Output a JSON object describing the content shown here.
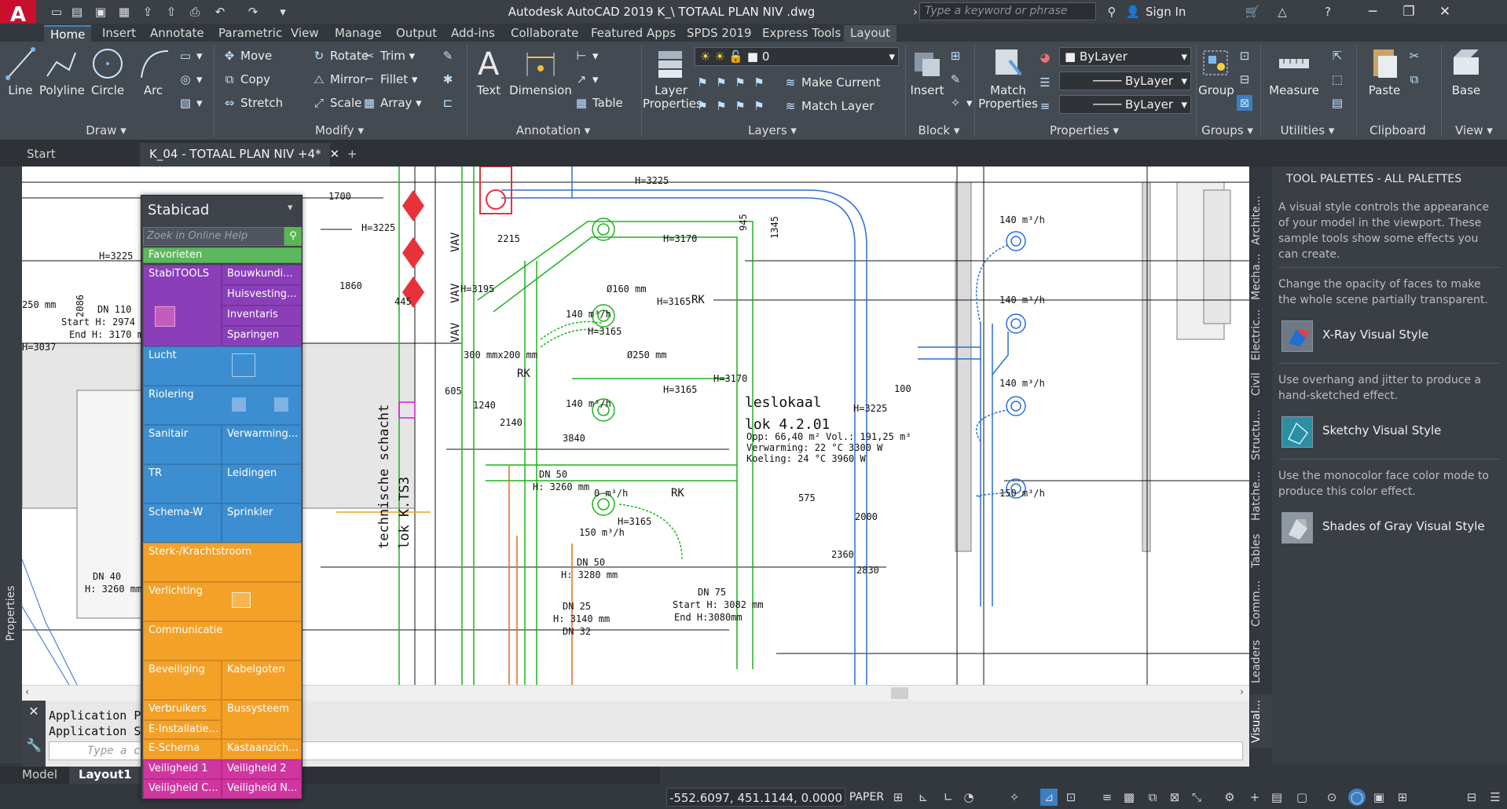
{
  "app": {
    "logo": "A",
    "title": "Autodesk AutoCAD 2019   K_\\      TOTAAL PLAN NIV      .dwg",
    "search_placeholder": "Type a keyword or phrase",
    "sign_in": "Sign In"
  },
  "ribbon_tabs": [
    "Home",
    "Insert",
    "Annotate",
    "Parametric",
    "View",
    "Manage",
    "Output",
    "Add-ins",
    "Collaborate",
    "Featured Apps",
    "SPDS 2019",
    "Express Tools",
    "Layout"
  ],
  "ribbon": {
    "draw": {
      "title": "Draw",
      "line": "Line",
      "polyline": "Polyline",
      "circle": "Circle",
      "arc": "Arc"
    },
    "modify": {
      "title": "Modify",
      "move": "Move",
      "rotate": "Rotate",
      "trim": "Trim",
      "copy": "Copy",
      "mirror": "Mirror",
      "fillet": "Fillet",
      "stretch": "Stretch",
      "scale": "Scale",
      "array": "Array"
    },
    "annotation": {
      "title": "Annotation",
      "text": "Text",
      "dimension": "Dimension",
      "table": "Table"
    },
    "layers": {
      "title": "Layers",
      "layer_properties": "Layer Properties",
      "layer_combo": "0",
      "make_current": "Make Current",
      "match_layer": "Match Layer"
    },
    "block": {
      "title": "Block",
      "insert": "Insert"
    },
    "properties": {
      "title": "Properties",
      "match_properties": "Match Properties",
      "color": "ByLayer",
      "linetype": "ByLayer",
      "lineweight": "ByLayer"
    },
    "groups": {
      "title": "Groups",
      "group": "Group"
    },
    "utilities": {
      "title": "Utilities",
      "measure": "Measure"
    },
    "clipboard": {
      "title": "Clipboard",
      "paste": "Paste"
    },
    "view": {
      "title": "View",
      "base": "Base"
    }
  },
  "doc_tabs": {
    "start": "Start",
    "active": "K_04 - TOTAAL PLAN NIV +4*",
    "add": "+"
  },
  "left_strip": {
    "properties": "Properties"
  },
  "drawing": {
    "labels": [
      {
        "t": "H=3225"
      },
      {
        "t": "1700"
      },
      {
        "t": "H=3225"
      },
      {
        "t": "2215"
      },
      {
        "t": "H=3170"
      },
      {
        "t": "945"
      },
      {
        "t": "1345"
      },
      {
        "t": "H=3225"
      },
      {
        "t": "2086"
      },
      {
        "t": "DN 110"
      },
      {
        "t": "Start H: 2974 mm"
      },
      {
        "t": "End H: 3170 mm"
      },
      {
        "t": "250 mm"
      },
      {
        "t": "H=3037"
      },
      {
        "t": "1860"
      },
      {
        "t": "445"
      },
      {
        "t": "H=3195"
      },
      {
        "t": "Ø160 mm"
      },
      {
        "t": "RK"
      },
      {
        "t": "H=3165"
      },
      {
        "t": "140 m³/h"
      },
      {
        "t": "H=3165"
      },
      {
        "t": "Ø250 mm"
      },
      {
        "t": "300 mmx200 mm"
      },
      {
        "t": "RK"
      },
      {
        "t": "140 m³/h"
      },
      {
        "t": "H=3165"
      },
      {
        "t": "H=3170"
      },
      {
        "t": "605"
      },
      {
        "t": "1240"
      },
      {
        "t": "2140"
      },
      {
        "t": "3840"
      },
      {
        "t": "leslokaal"
      },
      {
        "t": "lok 4.2.01"
      },
      {
        "t": "Opp: 66,40 m²   Vol.: 191,25 m³"
      },
      {
        "t": "Verwarming: 22 °C  3300 W"
      },
      {
        "t": "Koeling: 24 °C  3960 W"
      },
      {
        "t": "DN 50"
      },
      {
        "t": "H: 3260 mm"
      },
      {
        "t": "0 m³/h"
      },
      {
        "t": "RK"
      },
      {
        "t": "H=3165"
      },
      {
        "t": "150 m³/h"
      },
      {
        "t": "DN 50"
      },
      {
        "t": "H: 3280 mm"
      },
      {
        "t": "DN 75"
      },
      {
        "t": "Start H: 3082 mm"
      },
      {
        "t": "End H:3080mm"
      },
      {
        "t": "DN 25"
      },
      {
        "t": "H: 3140 mm"
      },
      {
        "t": "DN 32"
      },
      {
        "t": "DN 40"
      },
      {
        "t": "H: 3260 mm"
      },
      {
        "t": "140 m³/h"
      },
      {
        "t": "140 m³/h"
      },
      {
        "t": "140 m³/h"
      },
      {
        "t": "150 m³/h"
      },
      {
        "t": "H=3225"
      },
      {
        "t": "575"
      },
      {
        "t": "2000"
      },
      {
        "t": "2360"
      },
      {
        "t": "2830"
      },
      {
        "t": "100"
      },
      {
        "t": "VAV"
      },
      {
        "t": "VAV"
      },
      {
        "t": "VAV"
      },
      {
        "t": "technische schacht"
      },
      {
        "t": "lok K.TS3"
      }
    ]
  },
  "command_line": {
    "line1": "Application P",
    "line2": "Application S",
    "placeholder": "Type a c"
  },
  "layout_tabs": {
    "model": "Model",
    "layout1": "Layout1"
  },
  "statusbar": {
    "coords": "-552.6097, 451.1144, 0.0000",
    "paper": "PAPER"
  },
  "tool_palettes": {
    "title": "TOOL PALETTES - ALL PALETTES",
    "vtabs": [
      "Archite...",
      "Mecha...",
      "Electric...",
      "Civil",
      "Structu...",
      "Hatche...",
      "Tables",
      "Comm...",
      "Leaders",
      "Visual..."
    ],
    "desc1": "A visual style controls the appearance of your model in the viewport. These sample tools show some effects you can create.",
    "desc2": "Change the opacity of faces to make the whole scene partially transparent.",
    "item1": "X-Ray Visual Style",
    "desc3": "Use overhang and jitter to produce a hand-sketched effect.",
    "item2": "Sketchy Visual Style",
    "desc4": "Use the monocolor face color mode to produce this color effect.",
    "item3": "Shades of Gray Visual Style"
  },
  "stabicad": {
    "title": "Stabicad",
    "search_placeholder": "Zoek in Online Help",
    "favorieten": "Favorieten",
    "stabitools": "StabiTOOLS",
    "bouwkundig": "Bouwkundi...",
    "huisvesting": "Huisvesting...",
    "inventaris": "Inventaris",
    "sparingen": "Sparingen",
    "lucht": "Lucht",
    "riolering": "Riolering",
    "sanitair": "Sanitair",
    "verwarming": "Verwarming...",
    "tr": "TR",
    "leidingen": "Leidingen",
    "schema_w": "Schema-W",
    "sprinkler": "Sprinkler",
    "sterk": "Sterk-/Krachtstroom",
    "verlichting": "Verlichting",
    "communicatie": "Communicatie",
    "beveiliging": "Beveiliging",
    "kabelgoten": "Kabelgoten",
    "verbruikers": "Verbruikers",
    "bussysteem": "Bussysteem",
    "e_installatie": "E-Installatie...",
    "e_schema": "E-Schema",
    "kastaanzicht": "Kastaanzich...",
    "veiligheid1": "Veiligheid 1",
    "veiligheid2": "Veiligheid 2",
    "veiligheid_c": "Veiligheid C...",
    "veiligheid_n": "Veiligheid N..."
  }
}
